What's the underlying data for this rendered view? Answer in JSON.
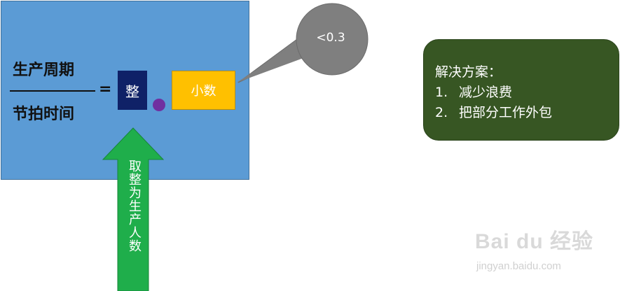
{
  "formula": {
    "numerator": "生产周期",
    "denominator": "节拍时间",
    "equals": "=",
    "integer_box": "整",
    "decimal_box": "小数"
  },
  "callout": {
    "text": "<0.3"
  },
  "arrow": {
    "text": "取整为生产人数"
  },
  "solution": {
    "title": "解决方案：",
    "items": [
      {
        "num": "1.",
        "text": "减少浪费"
      },
      {
        "num": "2.",
        "text": "把部分工作外包"
      }
    ]
  },
  "watermark": {
    "main": "Bai du 经验",
    "sub": "jingyan.baidu.com"
  },
  "colors": {
    "panel": "#5b9bd5",
    "integer_box": "#0f2167",
    "decimal_box": "#ffc000",
    "dot": "#7030a0",
    "callout": "#7f7f7f",
    "arrow": "#1fae4b",
    "solution_box": "#375623"
  }
}
